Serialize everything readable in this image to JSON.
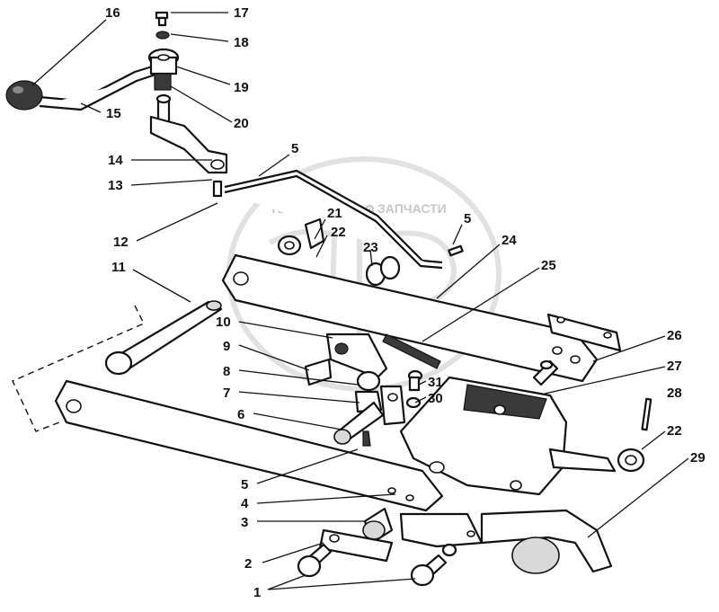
{
  "watermark": {
    "text_left": "ТЕХНИКА",
    "text_right": "ЗАПЧАСТИ",
    "monogram": "ЗИФ"
  },
  "callouts": [
    "16",
    "17",
    "18",
    "19",
    "15",
    "20",
    "14",
    "13",
    "5",
    "12",
    "21",
    "22",
    "23",
    "24",
    "11",
    "25",
    "10",
    "9",
    "26",
    "8",
    "27",
    "7",
    "31",
    "30",
    "28",
    "6",
    "22",
    "29",
    "5",
    "4",
    "3",
    "2",
    "1"
  ]
}
